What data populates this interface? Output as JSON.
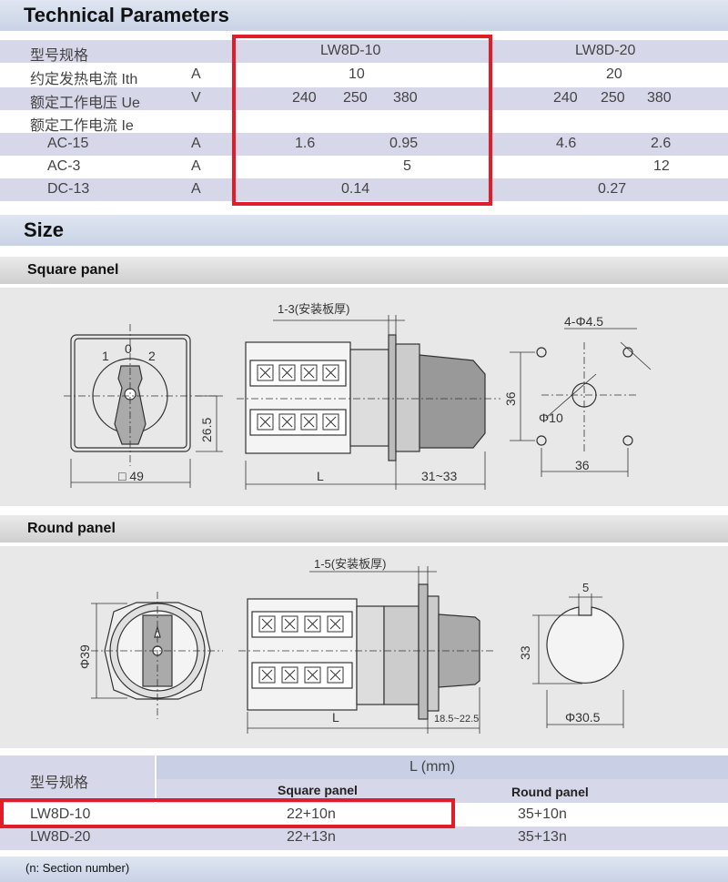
{
  "tech": {
    "title": "Technical Parameters",
    "header": {
      "label": "型号规格",
      "col1": "LW8D-10",
      "col2": "LW8D-20"
    },
    "rows": [
      {
        "name": "约定发热电流  Ith",
        "unit": "A",
        "v1": [
          "10"
        ],
        "v2": [
          "20"
        ]
      },
      {
        "name": "额定工作电压  Ue",
        "unit": "V",
        "v1": [
          "240",
          "250",
          "380"
        ],
        "v2": [
          "240",
          "250",
          "380"
        ]
      },
      {
        "name": "额定工作电流  Ie",
        "unit": "",
        "v1": [],
        "v2": []
      },
      {
        "name": "AC-15",
        "unit": "A",
        "v1": [
          "1.6",
          "0.95"
        ],
        "v2": [
          "4.6",
          "2.6"
        ]
      },
      {
        "name": "AC-3",
        "unit": "A",
        "v1": [
          "5"
        ],
        "v2": [
          "12"
        ]
      },
      {
        "name": "DC-13",
        "unit": "A",
        "v1": [
          "0.14"
        ],
        "v2": [
          "0.27"
        ]
      }
    ]
  },
  "size": {
    "title": "Size",
    "square_panel": {
      "title": "Square panel",
      "labels": {
        "thickness": "1-3(安装板厚)",
        "knob_0": "0",
        "knob_1": "1",
        "knob_2": "2",
        "height": "26.5",
        "width": "□ 49",
        "length": "L",
        "depth": "31~33",
        "holes": "4-Φ4.5",
        "vert": "36",
        "horiz": "36",
        "center": "Φ10"
      }
    },
    "round_panel": {
      "title": "Round panel",
      "labels": {
        "thickness": "1-5(安装板厚)",
        "diameter": "Φ39",
        "length": "L",
        "depth": "18.5~22.5",
        "slot": "5",
        "height": "33",
        "outer": "Φ30.5"
      }
    }
  },
  "size_table": {
    "model_header": "型号规格",
    "l_header": "L (mm)",
    "sub_square": "Square panel",
    "sub_round": "Round panel",
    "rows": [
      {
        "model": "LW8D-10",
        "square": "22+10n",
        "round": "35+10n"
      },
      {
        "model": "LW8D-20",
        "square": "22+13n",
        "round": "35+13n"
      }
    ],
    "note": "(n: Section number)"
  }
}
